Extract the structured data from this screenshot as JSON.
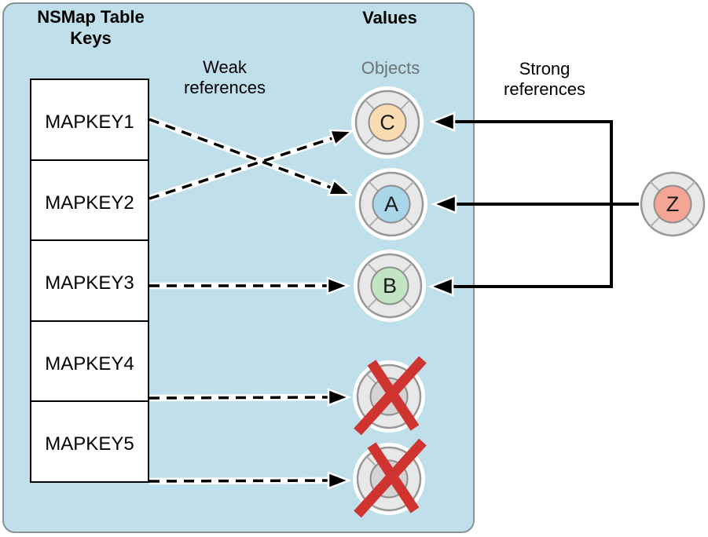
{
  "panel": {
    "keys_title_line1": "NSMap Table",
    "keys_title_line2": "Keys",
    "values_title": "Values",
    "objects_label": "Objects"
  },
  "annotations": {
    "weak_line1": "Weak",
    "weak_line2": "references",
    "strong_line1": "Strong",
    "strong_line2": "references"
  },
  "keys": [
    {
      "label": "MAPKEY1"
    },
    {
      "label": "MAPKEY2"
    },
    {
      "label": "MAPKEY3"
    },
    {
      "label": "MAPKEY4"
    },
    {
      "label": "MAPKEY5"
    }
  ],
  "objects": [
    {
      "letter": "C",
      "fill": "#fbdcb2",
      "crossed": false
    },
    {
      "letter": "A",
      "fill": "#a9d6e8",
      "crossed": false
    },
    {
      "letter": "B",
      "fill": "#c3e4c3",
      "crossed": false
    },
    {
      "letter": "",
      "fill": "#d4d4d4",
      "crossed": true
    },
    {
      "letter": "",
      "fill": "#d4d4d4",
      "crossed": true
    }
  ],
  "external_object": {
    "letter": "Z",
    "fill": "#f4a593"
  },
  "colors": {
    "panel_bg": "#bfe0ea",
    "panel_border": "#8a9197",
    "cross_red": "#cf3430",
    "node_donut": "#e8e8e8",
    "node_border": "#979797",
    "objects_label_gray": "#6d7275",
    "arrow": "#000000"
  }
}
